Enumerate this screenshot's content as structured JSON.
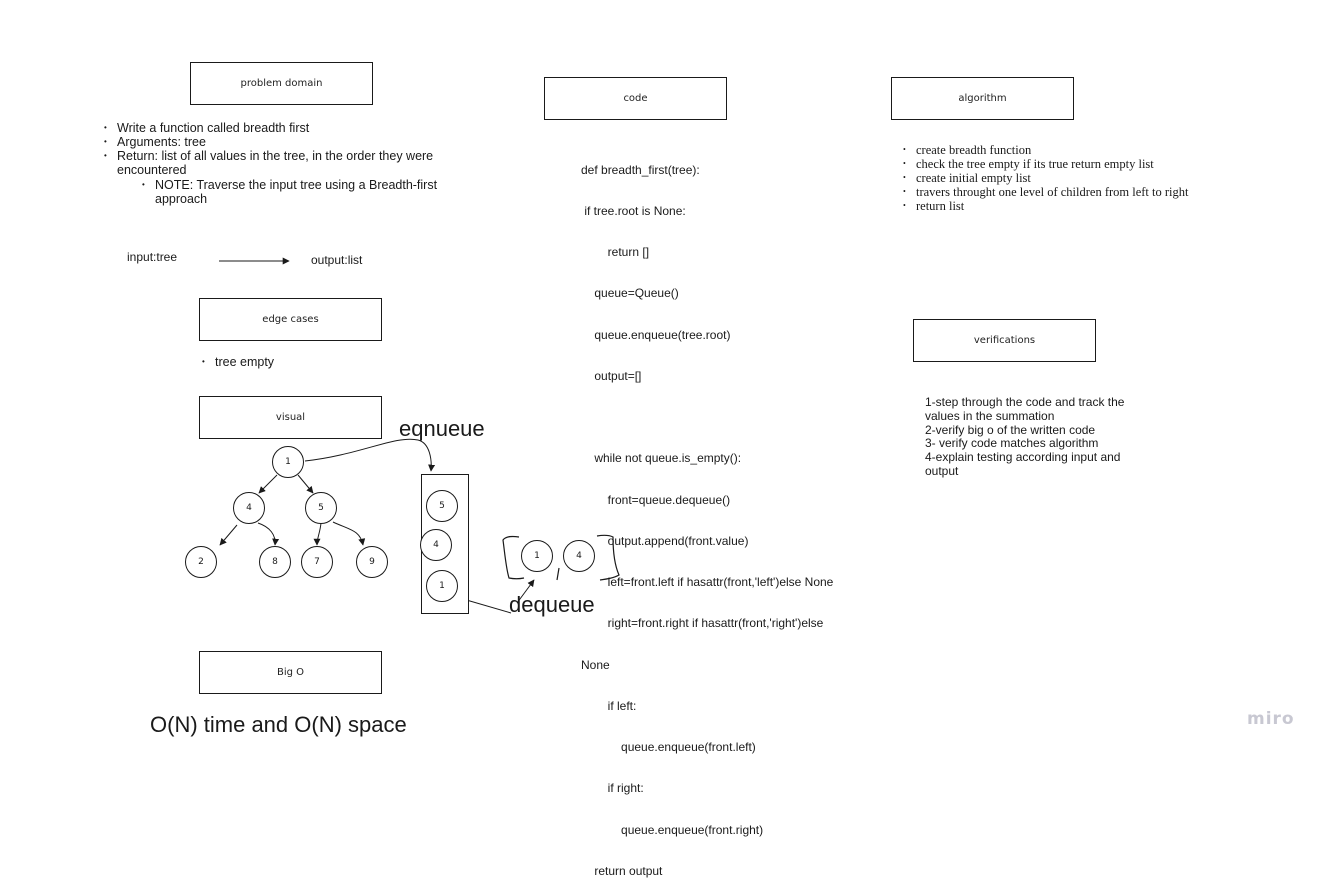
{
  "boxes": {
    "problem_domain": "problem domain",
    "code": "code",
    "algorithm": "algorithm",
    "edge_cases": "edge cases",
    "visual": "visual",
    "verifications": "verifications",
    "big_o": "Big O"
  },
  "problem_domain": {
    "bullets": [
      "Write a function called breadth first",
      "Arguments: tree",
      "Return: list of all values in the tree, in the order they were encountered"
    ],
    "sub_bullet": "NOTE: Traverse the input tree using a Breadth-first approach"
  },
  "io": {
    "input": "input:tree",
    "output": "output:list"
  },
  "edge_cases": [
    "tree empty"
  ],
  "code_lines": [
    "def breadth_first(tree):",
    " if tree.root is None:",
    "        return []",
    "    queue=Queue()",
    "    queue.enqueue(tree.root)",
    "    output=[]",
    "",
    "    while not queue.is_empty():",
    "        front=queue.dequeue()",
    "        output.append(front.value)",
    "        left=front.left if hasattr(front,'left')else None",
    "        right=front.right if hasattr(front,'right')else",
    "None",
    "        if left:",
    "            queue.enqueue(front.left)",
    "        if right:",
    "            queue.enqueue(front.right)",
    "    return output"
  ],
  "algorithm": [
    "create breadth function",
    "check the tree empty if its true return empty list",
    "create initial empty list",
    "travers throught one level of children from left to right",
    "return list"
  ],
  "verifications": [
    "1-step through the code and track the values in the summation",
    "2-verify big o of the written code",
    "3- verify code matches algorithm",
    "4-explain testing according input and output"
  ],
  "visual": {
    "enqueue_label": "eqnueue",
    "dequeue_label": "dequeue",
    "tree_nodes": {
      "root": "1",
      "left": "4",
      "right": "5",
      "ll": "2",
      "lr": "8",
      "rl": "7",
      "rr": "9"
    },
    "queue_nodes": [
      "5",
      "4",
      "1"
    ],
    "output_nodes": [
      "1",
      "4"
    ]
  },
  "big_o_text": "O(N) time and O(N) space",
  "branding": "miro"
}
